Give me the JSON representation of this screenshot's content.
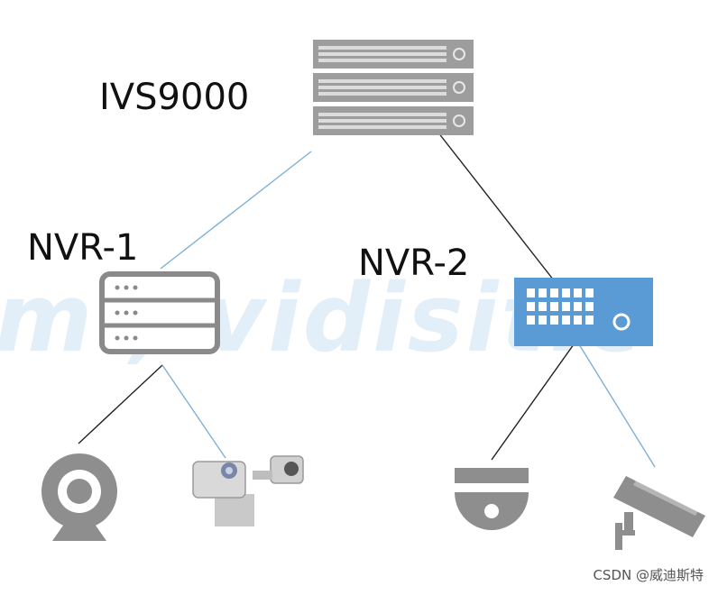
{
  "nodes": {
    "server": {
      "label": "IVS9000"
    },
    "nvr1": {
      "label": "NVR-1"
    },
    "nvr2": {
      "label": "NVR-2"
    }
  },
  "watermark": "m , vidisit.c",
  "credit": "CSDN @威迪斯特",
  "colors": {
    "server_gray": "#9d9d9d",
    "nvr1_gray": "#8a8a8a",
    "nvr2_blue": "#5b9bd5",
    "link_blue": "#7fb0d8",
    "link_black": "#222222",
    "camera_gray": "#8e8e8e"
  },
  "icons": {
    "server": "rack-server-icon",
    "nvr1": "nvr-stack-icon",
    "nvr2": "nvr-device-icon",
    "camera1": "webcam-icon",
    "camera2": "ptz-camera-icon",
    "camera3": "dome-camera-icon",
    "camera4": "bullet-camera-icon"
  }
}
